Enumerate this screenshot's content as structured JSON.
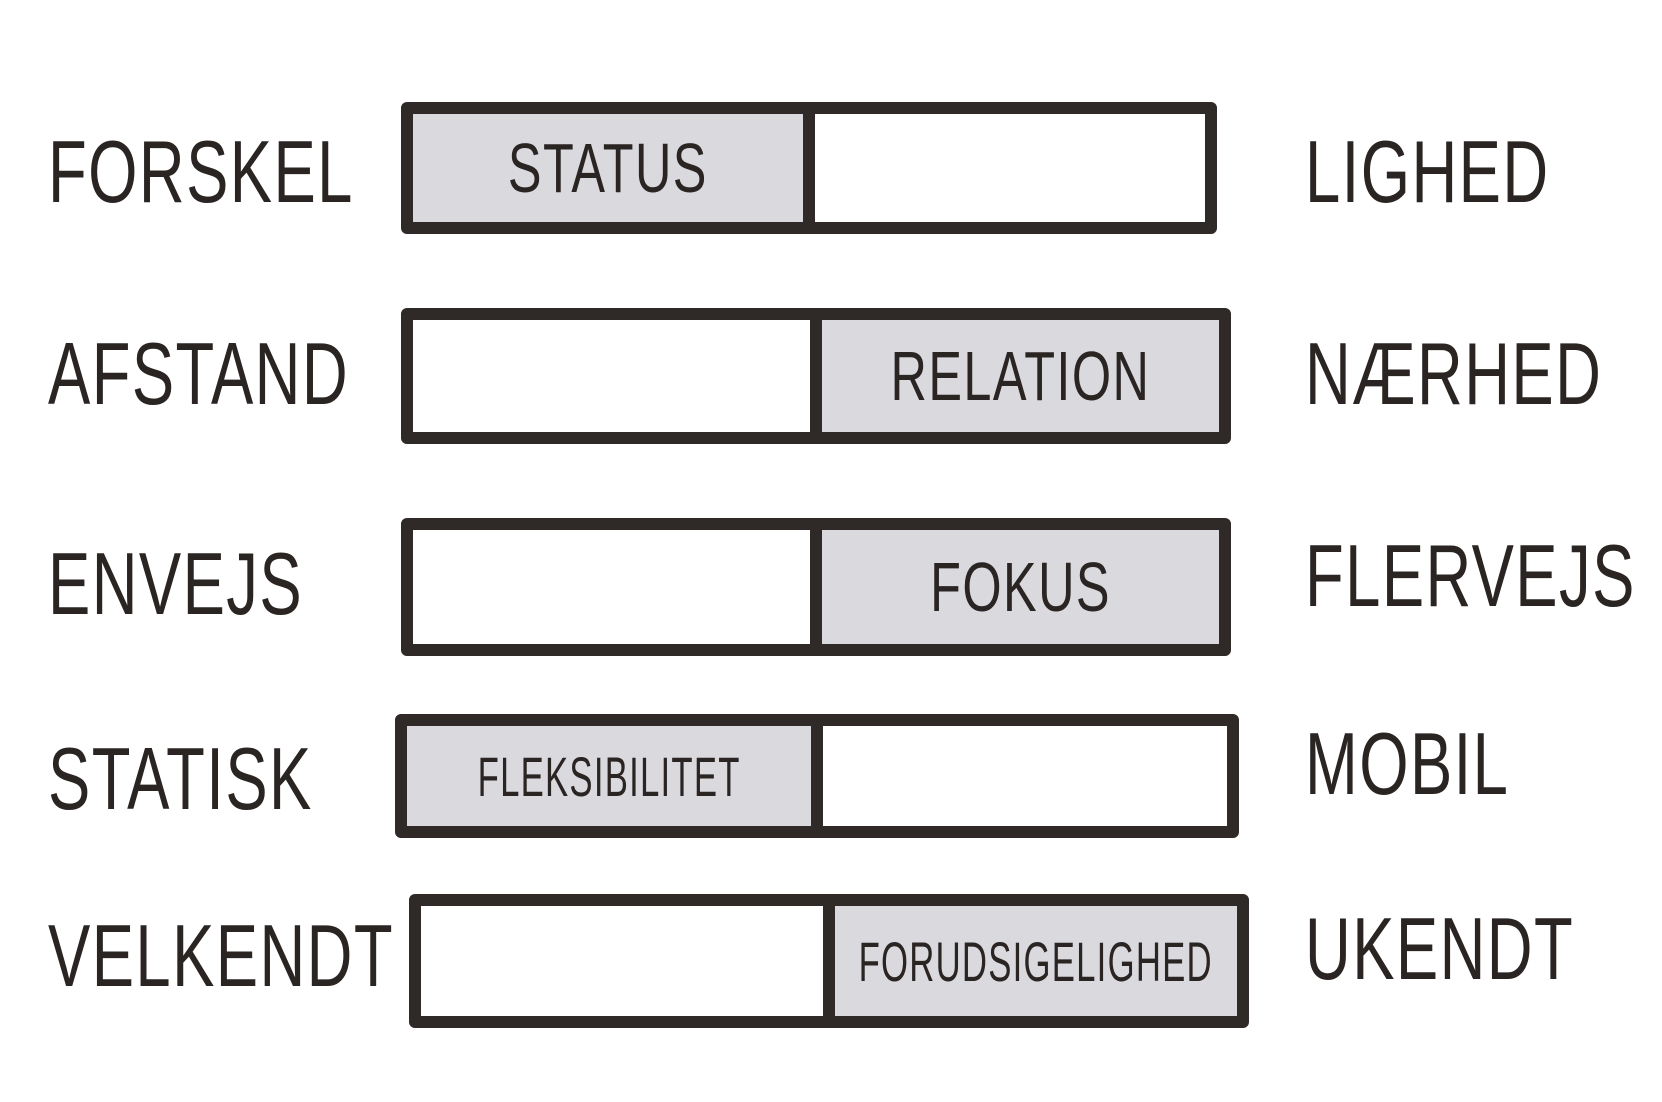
{
  "colors": {
    "ink": "#2f2927",
    "fill": "#d9d9de"
  },
  "rows": [
    {
      "left": "FORSKEL",
      "right": "LIGHED",
      "label": "STATUS",
      "filled_side": "left"
    },
    {
      "left": "AFSTAND",
      "right": "NÆRHED",
      "label": "RELATION",
      "filled_side": "right"
    },
    {
      "left": "ENVEJS",
      "right": "FLERVEJS",
      "label": "FOKUS",
      "filled_side": "right"
    },
    {
      "left": "STATISK",
      "right": "MOBIL",
      "label": "FLEKSIBILITET",
      "filled_side": "left"
    },
    {
      "left": "VELKENDT",
      "right": "UKENDT",
      "label": "FORUDSIGELIGHED",
      "filled_side": "right"
    }
  ]
}
